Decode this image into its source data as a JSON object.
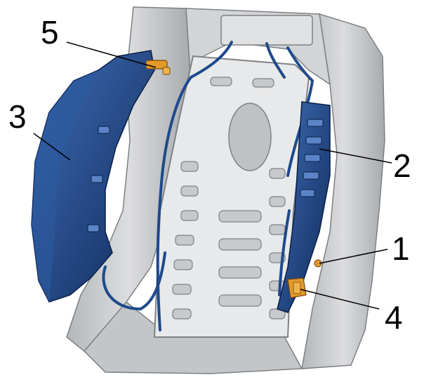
{
  "callouts": [
    {
      "id": "1",
      "label": "1"
    },
    {
      "id": "2",
      "label": "2"
    },
    {
      "id": "3",
      "label": "3"
    },
    {
      "id": "4",
      "label": "4"
    },
    {
      "id": "5",
      "label": "5"
    }
  ],
  "colors": {
    "frame_gray": "#c9cbcd",
    "frame_gray_dark": "#8e9194",
    "frame_gray_light": "#e6e7e8",
    "component_blue": "#1e4a8c",
    "component_blue_dark": "#0f2a5a",
    "component_blue_light": "#3f6db5",
    "connector_orange": "#e39a2a",
    "leader_line": "#000000"
  }
}
